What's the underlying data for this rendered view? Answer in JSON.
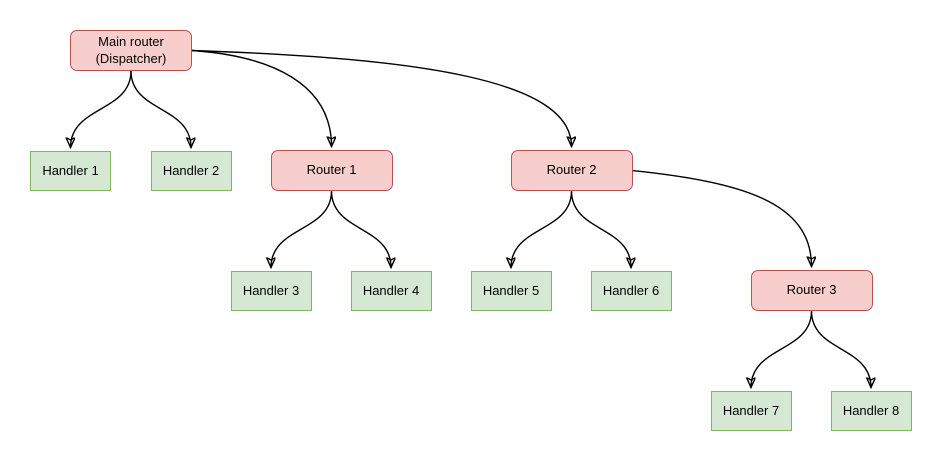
{
  "diagram": {
    "background_color": "#ffffff",
    "colors": {
      "router_fill": "#f8cecc",
      "router_border": "#b85450",
      "handler_fill": "#d5e8d4",
      "handler_border": "#82b366",
      "edge_stroke": "#000000",
      "text": "#000000"
    },
    "nodes": {
      "main": {
        "label": "Main router\n(Dispatcher)",
        "type": "router"
      },
      "handler1": {
        "label": "Handler 1",
        "type": "handler"
      },
      "handler2": {
        "label": "Handler 2",
        "type": "handler"
      },
      "router1": {
        "label": "Router 1",
        "type": "router"
      },
      "router2": {
        "label": "Router 2",
        "type": "router"
      },
      "handler3": {
        "label": "Handler 3",
        "type": "handler"
      },
      "handler4": {
        "label": "Handler 4",
        "type": "handler"
      },
      "handler5": {
        "label": "Handler 5",
        "type": "handler"
      },
      "handler6": {
        "label": "Handler 6",
        "type": "handler"
      },
      "router3": {
        "label": "Router 3",
        "type": "router"
      },
      "handler7": {
        "label": "Handler 7",
        "type": "handler"
      },
      "handler8": {
        "label": "Handler 8",
        "type": "handler"
      }
    },
    "edges": [
      {
        "from": "main",
        "to": "handler1"
      },
      {
        "from": "main",
        "to": "handler2"
      },
      {
        "from": "main",
        "to": "router1"
      },
      {
        "from": "main",
        "to": "router2"
      },
      {
        "from": "router1",
        "to": "handler3"
      },
      {
        "from": "router1",
        "to": "handler4"
      },
      {
        "from": "router2",
        "to": "handler5"
      },
      {
        "from": "router2",
        "to": "handler6"
      },
      {
        "from": "router2",
        "to": "router3"
      },
      {
        "from": "router3",
        "to": "handler7"
      },
      {
        "from": "router3",
        "to": "handler8"
      }
    ]
  }
}
